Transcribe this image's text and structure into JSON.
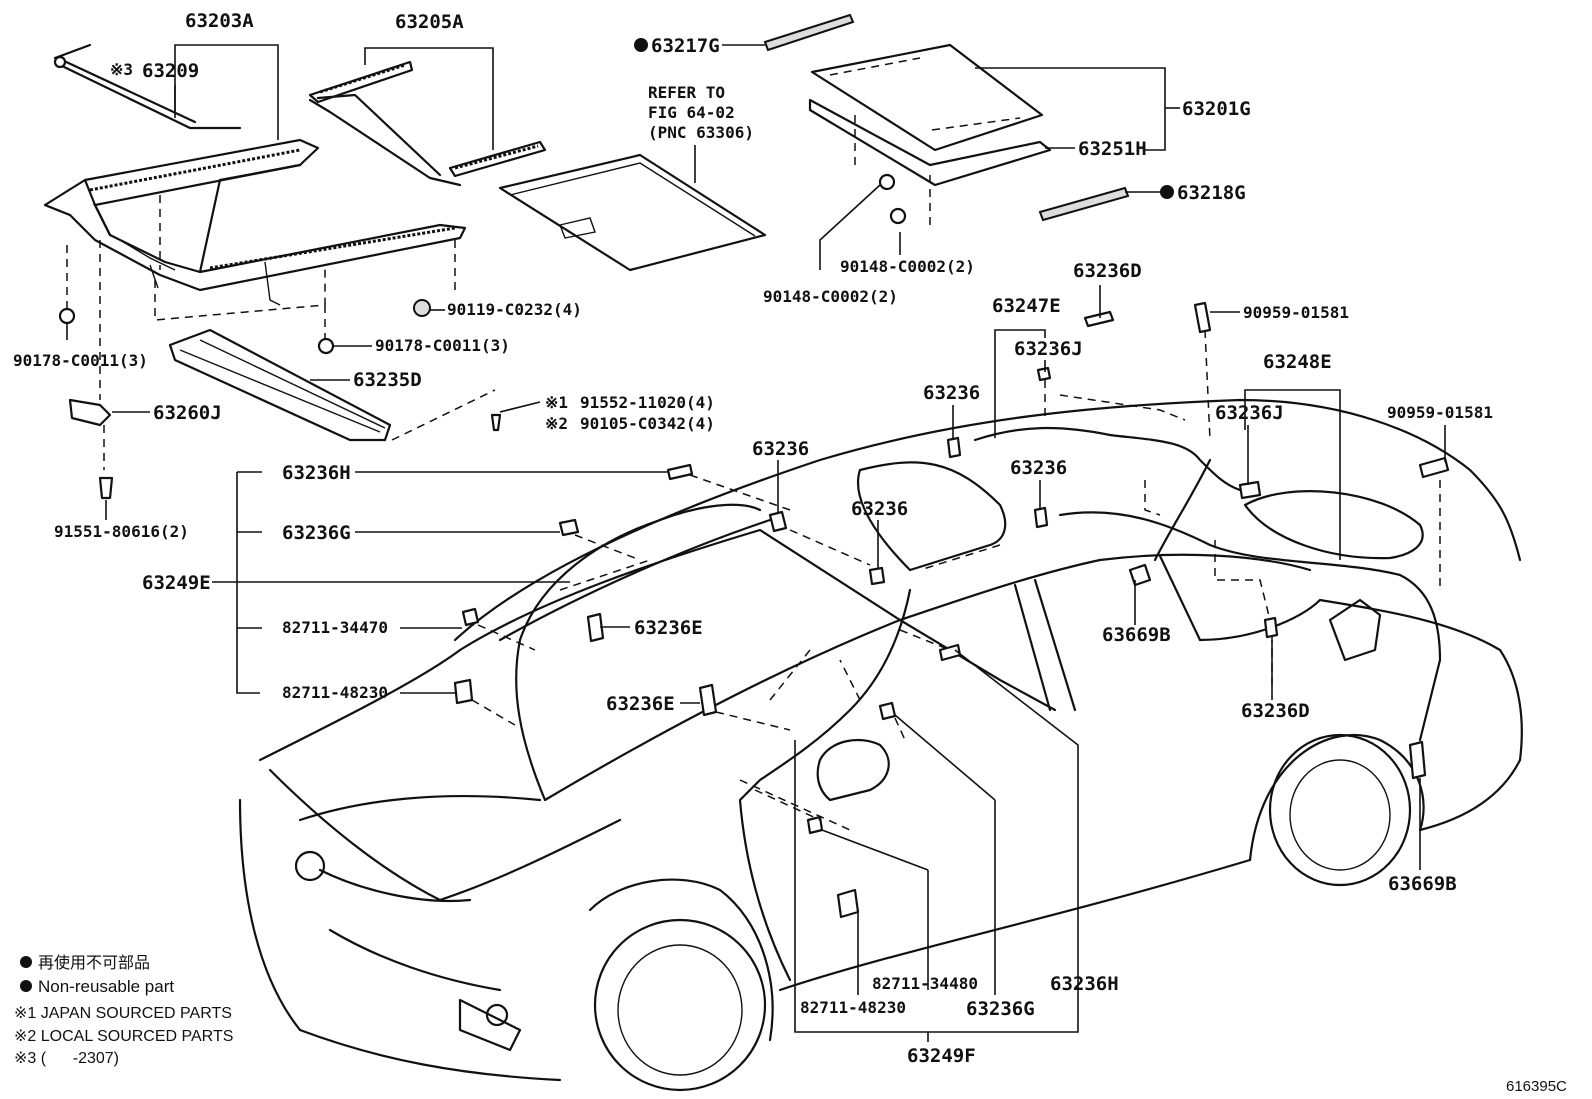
{
  "diagram": {
    "labels": {
      "p63203A": "63203A",
      "p63205A": "63205A",
      "p63217G": "63217G",
      "p63209": "63209",
      "p63209_mark": "※3",
      "refer": [
        "REFER TO",
        "FIG 64-02",
        "(PNC 63306)"
      ],
      "p63201G": "63201G",
      "p63251H": "63251H",
      "p63218G": "63218G",
      "p90148a": "90148-C0002(2)",
      "p90148b": "90148-C0002(2)",
      "p90119": "90119-C0232(4)",
      "p90178a": "90178-C0011(3)",
      "p90178b": "90178-C0011(3)",
      "p63235D": "63235D",
      "p63260J": "63260J",
      "p91552": "91552-11020(4)",
      "p91552_mark": "※1",
      "p90105": "90105-C0342(4)",
      "p90105_mark": "※2",
      "p91551": "91551-80616(2)",
      "p63236D_top": "63236D",
      "p63247E": "63247E",
      "p90959a": "90959-01581",
      "p63236J_a": "63236J",
      "p63248E": "63248E",
      "p63236_a": "63236",
      "p63236J_b": "63236J",
      "p90959b": "90959-01581",
      "p63236H_left": "63236H",
      "p63236_b": "63236",
      "p63236_c": "63236",
      "p63236_d": "63236",
      "p63236G_left": "63236G",
      "p63249E": "63249E",
      "p63236E_a": "63236E",
      "p82711_34470_left": "82711-34470",
      "p82711_48230_left": "82711-48230",
      "p63236E_b": "63236E",
      "p63669B_a": "63669B",
      "p63236D_bot": "63236D",
      "p63669B_b": "63669B",
      "p82711_34480": "82711-34480",
      "p82711_48230_bot": "82711-48230",
      "p63236G_bot": "63236G",
      "p63236H_bot": "63236H",
      "p63249F": "63249F"
    },
    "legend": {
      "line1": "再使用不可部品",
      "line2": "Non-reusable part",
      "line3": "※1 JAPAN SOURCED PARTS",
      "line4": "※2 LOCAL SOURCED PARTS",
      "line5": "※3 (      -2307)"
    },
    "figure_id": "616395C"
  }
}
